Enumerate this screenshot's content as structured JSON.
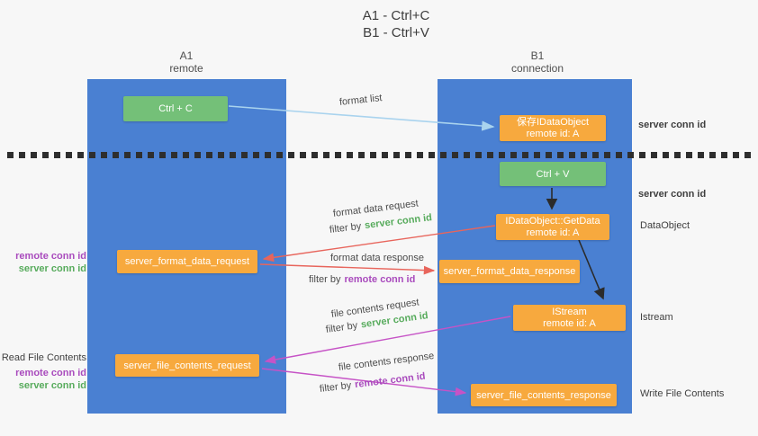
{
  "title": {
    "line1": "A1 - Ctrl+C",
    "line2": "B1 - Ctrl+V"
  },
  "columns": {
    "left": {
      "id": "A1",
      "name": "remote"
    },
    "right": {
      "id": "B1",
      "name": "connection"
    }
  },
  "nodes": {
    "ctrl_c": "Ctrl + C",
    "save_dataobject": {
      "line1": "保存IDataObject",
      "line2": "remote id: A"
    },
    "ctrl_v": "Ctrl + V",
    "getdata": {
      "line1": "IDataObject::GetData",
      "line2": "remote id: A"
    },
    "format_request": "server_format_data_request",
    "format_response": "server_format_data_response",
    "istream": {
      "line1": "IStream",
      "line2": "remote id: A"
    },
    "file_request": "server_file_contents_request",
    "file_response": "server_file_contents_response"
  },
  "edge_labels": {
    "format_list": "format list",
    "format_data_request": "format data request",
    "format_data_response": "format data response",
    "file_contents_request": "file contents request",
    "file_contents_response": "file contents response",
    "filter_by": "filter by"
  },
  "conn_ids": {
    "server": "server conn id",
    "remote": "remote conn id"
  },
  "side_labels": {
    "dataobject": "DataObject",
    "istream": "Istream",
    "write_file_contents": "Write File Contents",
    "read_file_contents": "Read File Contents"
  },
  "colors": {
    "lifeline_blue": "#4a80d2",
    "node_orange": "#f7a93e",
    "node_green": "#74c078",
    "conn_id_green": "#57ab5c",
    "conn_id_purple": "#a94bbd",
    "arrow_red": "#e8655c",
    "arrow_magenta": "#c653c6",
    "arrow_lightblue": "#a9d3ee",
    "arrow_black": "#2b2b2b",
    "background": "#f7f7f7"
  }
}
